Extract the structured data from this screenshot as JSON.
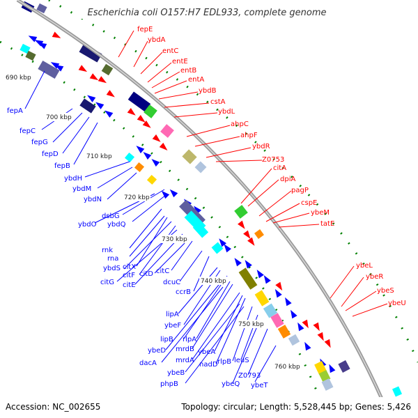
{
  "title": "Escherichia coli O157:H7 EDL933, complete genome",
  "accession": "Accession: NC_002655",
  "topology": "Topology: circular; Length: 5,528,445 bp; Genes: 5,426",
  "colors": {
    "forward": "#ff0000",
    "reverse": "#0000ff",
    "backbone": "#a0a0a0",
    "tick": "#008000"
  },
  "kbp_ticks": [
    "690 kbp",
    "700 kbp",
    "710 kbp",
    "720 kbp",
    "730 kbp",
    "740 kbp",
    "750 kbp",
    "760 kbp"
  ],
  "labels_forward": [
    "fepE",
    "ybdA",
    "entC",
    "entE",
    "entB",
    "entA",
    "ybdB",
    "cstA",
    "ybdL",
    "ahpC",
    "ahpF",
    "ybdR",
    "Z0753",
    "citA",
    "dpiA",
    "pagP",
    "cspE",
    "ybeM",
    "tatE",
    "ybeL",
    "ybeR",
    "ybeS",
    "ybeU"
  ],
  "labels_reverse": [
    "fepA",
    "fepC",
    "fepG",
    "fepD",
    "fepB",
    "ybdH",
    "ybdM",
    "ybdN",
    "dsbG",
    "ybdO",
    "ybdQ",
    "rnk",
    "rna",
    "citX",
    "ybdS",
    "citF",
    "citG",
    "citE",
    "citD",
    "citC",
    "dcuC",
    "ccrB",
    "lipA",
    "ybeF",
    "lipB",
    "rlpA",
    "ybeD",
    "mrdB",
    "dacA",
    "mrdA",
    "ybeA",
    "nadD",
    "rlpB",
    "leuS",
    "ybeB",
    "Z0793",
    "phpB",
    "ybeQ",
    "ybeT"
  ]
}
